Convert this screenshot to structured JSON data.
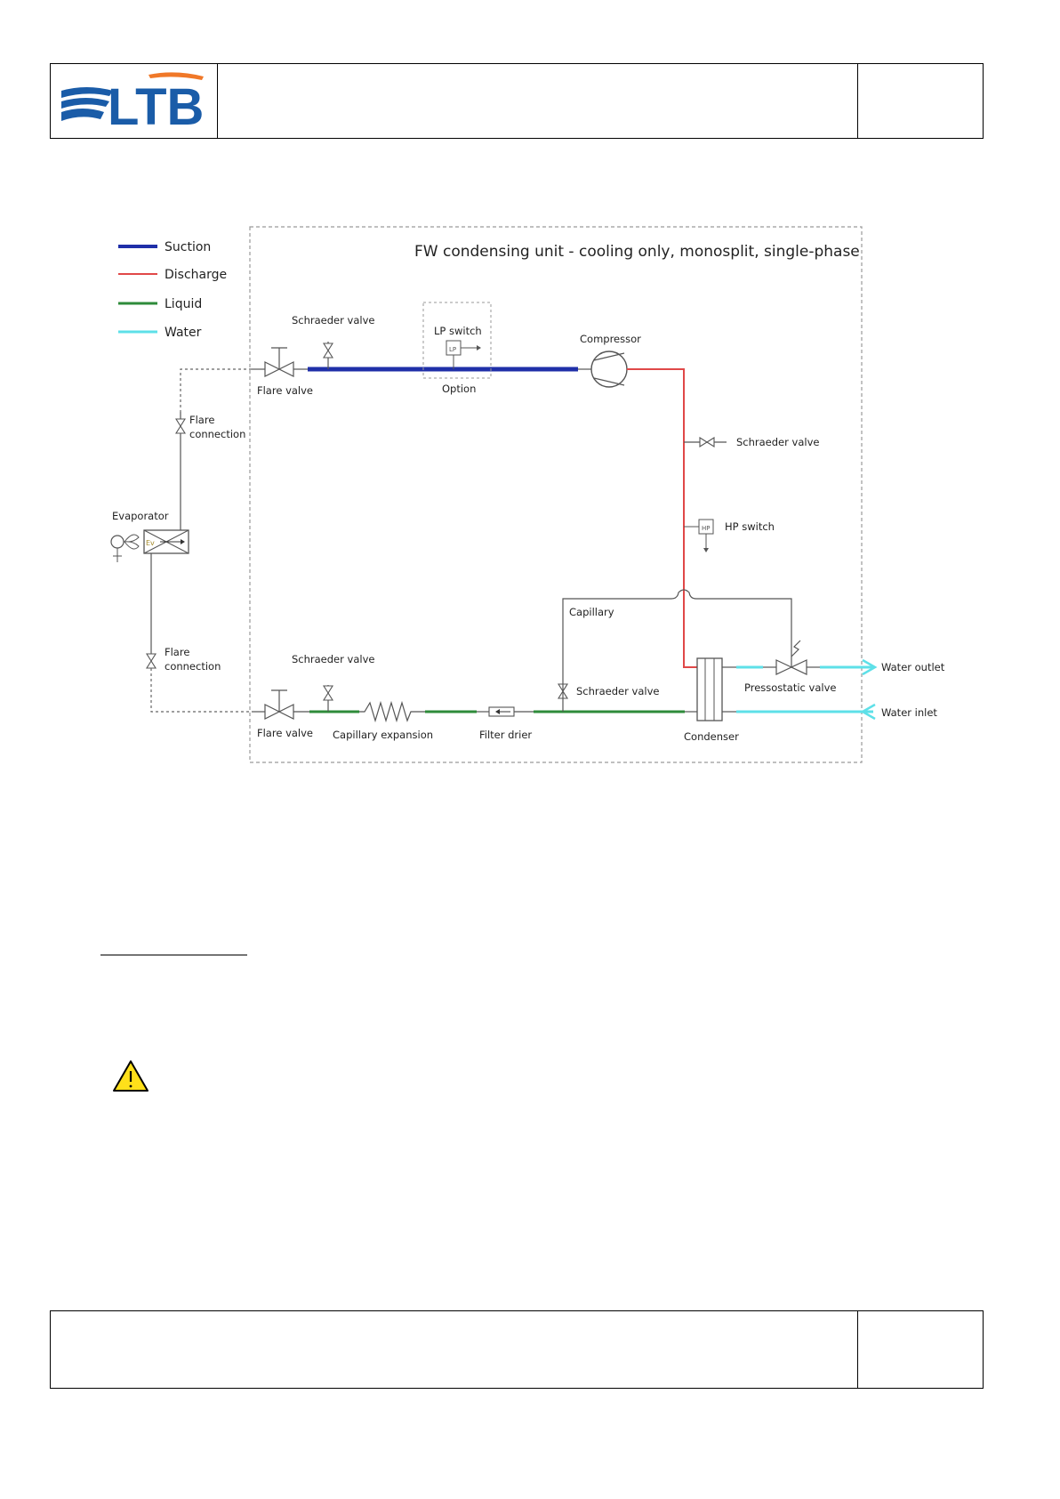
{
  "header": {
    "logo_text": "LTB"
  },
  "legend": {
    "items": [
      {
        "label": "Suction",
        "color": "#1f2fa8"
      },
      {
        "label": "Discharge",
        "color": "#e04848"
      },
      {
        "label": "Liquid",
        "color": "#2e8b3a"
      },
      {
        "label": "Water",
        "color": "#5ee0e8"
      }
    ]
  },
  "diagram": {
    "title": "FW condensing unit - cooling only, monosplit, single-phase",
    "labels": {
      "schraeder_top": "Schraeder valve",
      "lp_switch": "LP switch",
      "lp_tag": "LP",
      "option": "Option",
      "compressor": "Compressor",
      "flare_valve_top": "Flare valve",
      "flare_connection_top_1": "Flare",
      "flare_connection_top_2": "connection",
      "schraeder_right": "Schraeder valve",
      "hp_switch": "HP switch",
      "hp_tag": "HP",
      "evaporator": "Evaporator",
      "ev_tag": "Ev",
      "capillary": "Capillary",
      "flare_connection_bottom_1": "Flare",
      "flare_connection_bottom_2": "connection",
      "schraeder_bottom": "Schraeder valve",
      "schraeder_capillary": "Schraeder valve",
      "water_outlet": "Water outlet",
      "pressostatic_valve": "Pressostatic valve",
      "water_inlet": "Water inlet",
      "flare_valve_bottom": "Flare valve",
      "capillary_expansion": "Capillary expansion",
      "filter_drier": "Filter drier",
      "condenser": "Condenser"
    }
  },
  "icons": {
    "warning": "warning-triangle-icon"
  }
}
